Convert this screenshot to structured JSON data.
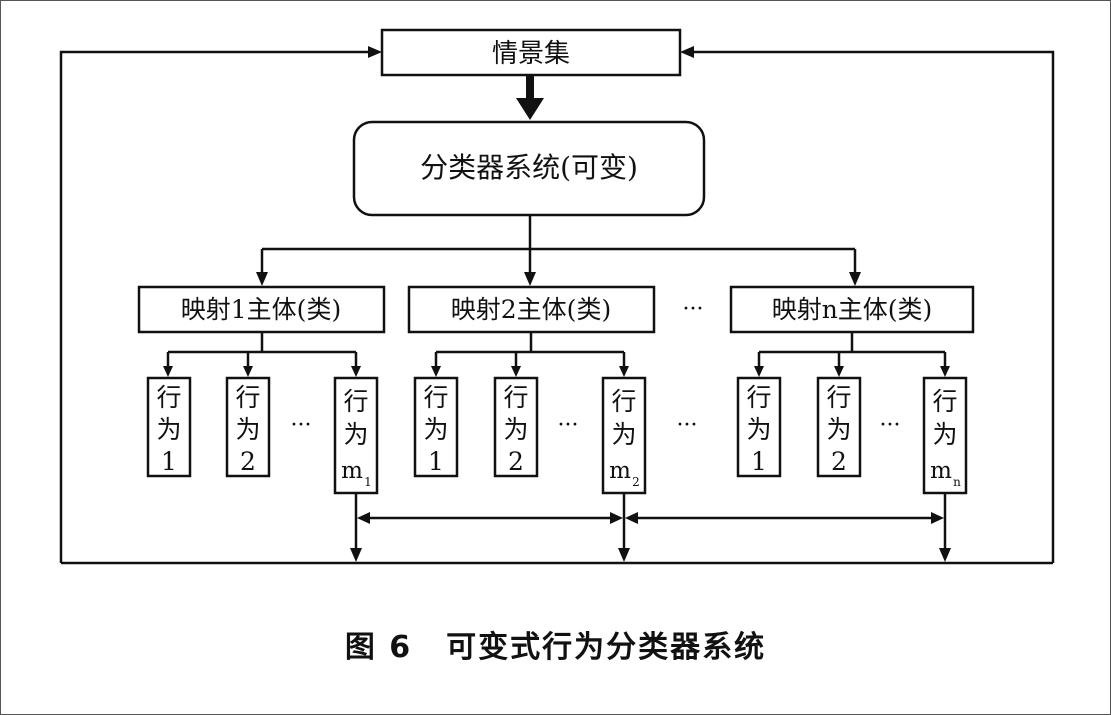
{
  "diagram": {
    "top_node": "情景集",
    "classifier": "分类器系统(可变)",
    "subjects": [
      {
        "label": "映射1主体(类)",
        "behaviors": [
          {
            "line1": "行",
            "line2": "为",
            "line3": "1",
            "sub": ""
          },
          {
            "line1": "行",
            "line2": "为",
            "line3": "2",
            "sub": ""
          },
          {
            "line1": "行",
            "line2": "为",
            "line3": "m",
            "sub": "1"
          }
        ]
      },
      {
        "label": "映射2主体(类)",
        "behaviors": [
          {
            "line1": "行",
            "line2": "为",
            "line3": "1",
            "sub": ""
          },
          {
            "line1": "行",
            "line2": "为",
            "line3": "2",
            "sub": ""
          },
          {
            "line1": "行",
            "line2": "为",
            "line3": "m",
            "sub": "2"
          }
        ]
      },
      {
        "label": "映射n主体(类)",
        "behaviors": [
          {
            "line1": "行",
            "line2": "为",
            "line3": "1",
            "sub": ""
          },
          {
            "line1": "行",
            "line2": "为",
            "line3": "2",
            "sub": ""
          },
          {
            "line1": "行",
            "line2": "为",
            "line3": "m",
            "sub": "n"
          }
        ]
      }
    ],
    "ellipsis": "···"
  },
  "caption": {
    "number": "图 6",
    "title": "可变式行为分类器系统"
  }
}
